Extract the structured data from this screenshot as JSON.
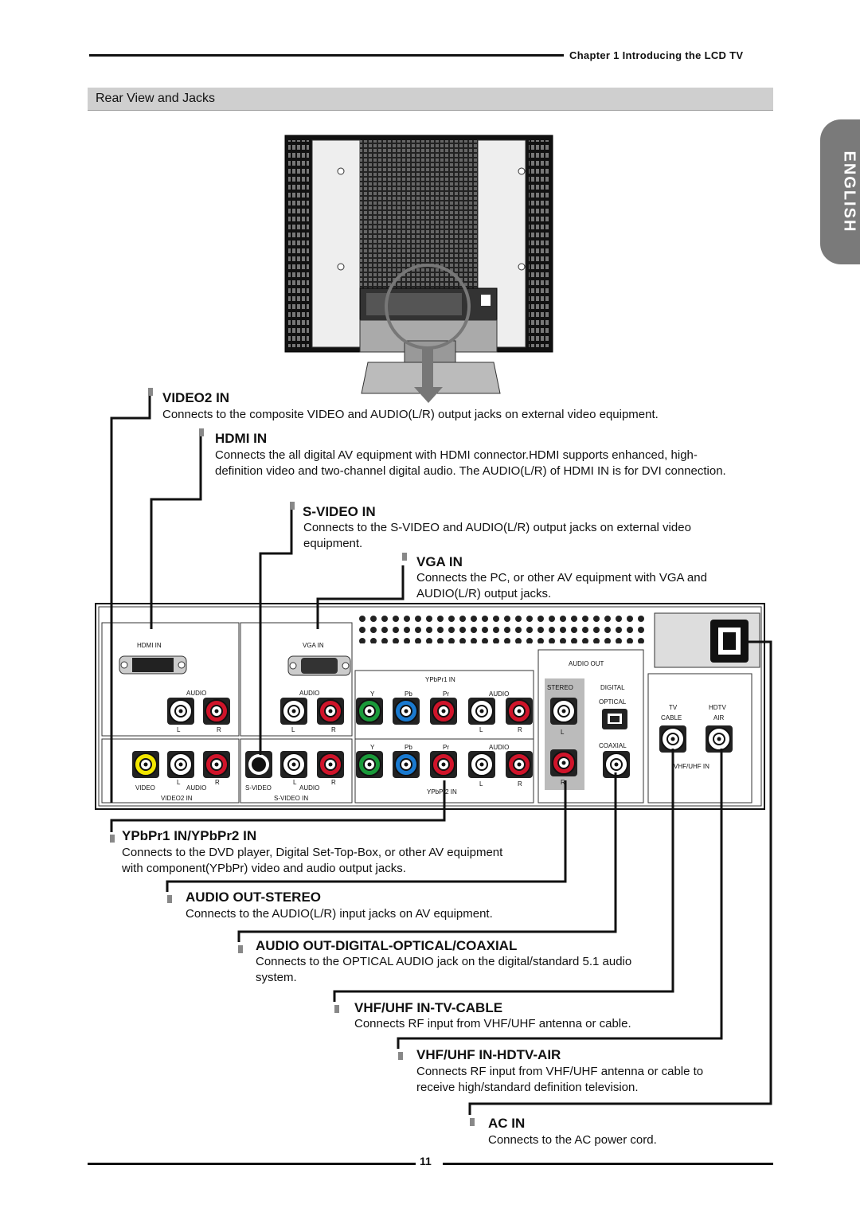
{
  "header": {
    "chapter": "Chapter 1  Introducing the LCD TV"
  },
  "section": {
    "title": "Rear View and Jacks"
  },
  "side_tab": {
    "label": "ENGLISH"
  },
  "panel_labels": {
    "hdmi_in": "HDMI IN",
    "vga_in": "VGA IN",
    "audio": "AUDIO",
    "l": "L",
    "r": "R",
    "video": "VIDEO",
    "video2_in": "VIDEO2 IN",
    "s_video": "S-VIDEO",
    "s_video_in": "S-VIDEO IN",
    "ypbpr1_in": "YPbPr1 IN",
    "ypbpr2_in": "YPbPr2 IN",
    "y": "Y",
    "pb": "Pb",
    "pr": "Pr",
    "audio_out": "AUDIO OUT",
    "stereo": "STEREO",
    "digital": "DIGITAL",
    "optical": "OPTICAL",
    "coaxial": "COAXIAL",
    "tv": "TV",
    "cable": "CABLE",
    "hdtv": "HDTV",
    "air": "AIR",
    "vhf_uhf_in": "VHF/UHF IN"
  },
  "items": [
    {
      "title": "VIDEO2 IN",
      "desc": "Connects to the composite VIDEO and AUDIO(L/R) output jacks on external video equipment."
    },
    {
      "title": "HDMI IN",
      "desc": "Connects the all digital AV equipment with HDMI connector.HDMI supports enhanced, high-definition video and two-channel digital audio.  The AUDIO(L/R) of HDMI IN is for DVI connection."
    },
    {
      "title": "S-VIDEO IN",
      "desc": "Connects to the S-VIDEO and AUDIO(L/R) output jacks on external video equipment."
    },
    {
      "title": "VGA IN",
      "desc": "Connects the PC, or other AV equipment with VGA and AUDIO(L/R) output jacks."
    },
    {
      "title": "YPbPr1 IN/YPbPr2 IN",
      "desc": "Connects to the DVD player, Digital Set-Top-Box, or other AV equipment with component(YPbPr) video and audio output jacks."
    },
    {
      "title": "AUDIO OUT-STEREO",
      "desc": "Connects to the AUDIO(L/R) input jacks on AV equipment."
    },
    {
      "title": "AUDIO OUT-DIGITAL-OPTICAL/COAXIAL",
      "desc": "Connects to the OPTICAL AUDIO jack on the digital/standard 5.1 audio system."
    },
    {
      "title": "VHF/UHF IN-TV-CABLE",
      "desc": "Connects RF input from VHF/UHF antenna or cable."
    },
    {
      "title": "VHF/UHF IN-HDTV-AIR",
      "desc": "Connects RF input from VHF/UHF antenna or cable to receive high/standard definition television."
    },
    {
      "title": "AC IN",
      "desc": "Connects to the AC power cord."
    }
  ],
  "footer": {
    "page_number": "11"
  },
  "colors": {
    "band": "#cfcfcf",
    "tab": "#7a7a7a",
    "red_jack": "#d0142a",
    "green_jack": "#1a9a3a",
    "blue_jack": "#1a7ad0",
    "yellow_jack": "#f2e600"
  }
}
